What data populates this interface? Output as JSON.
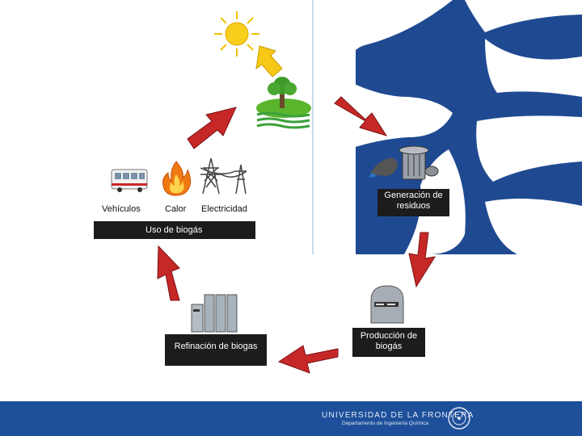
{
  "uso": {
    "items": [
      "Vehículos",
      "Calor",
      "Electricidad"
    ],
    "title": "Uso de biogás"
  },
  "generacion": {
    "line1": "Generación de",
    "line2": "residuos"
  },
  "produccion": {
    "line1": "Producción de",
    "line2": "biogás"
  },
  "refinacion": {
    "label": "Refinación de biogas"
  },
  "footer": {
    "university": "UNIVERSIDAD DE LA FRONTERA",
    "department": "Departamento de Ingeniería Química"
  },
  "colors": {
    "arrow": "#c62828",
    "navy": "#1f4a92",
    "footer": "#1d4f9a"
  }
}
